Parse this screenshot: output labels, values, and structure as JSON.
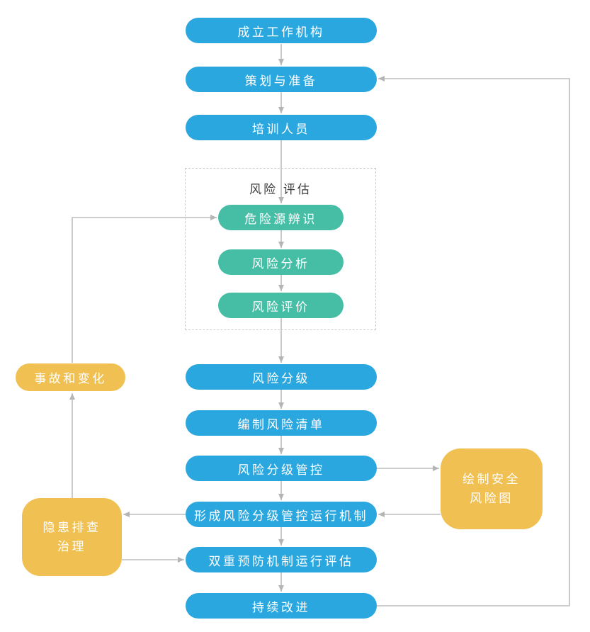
{
  "diagram": {
    "assessment_group": {
      "label": "风险 评估"
    },
    "nodes": {
      "establish_org": {
        "label": "成立工作机构"
      },
      "planning": {
        "label": "策划与准备"
      },
      "training": {
        "label": "培训人员"
      },
      "hazard_id": {
        "label": "危险源辨识"
      },
      "risk_analysis": {
        "label": "风险分析"
      },
      "risk_evaluation": {
        "label": "风险评价"
      },
      "risk_grading": {
        "label": "风险分级"
      },
      "risk_list": {
        "label": "编制风险清单"
      },
      "risk_control": {
        "label": "风险分级管控"
      },
      "control_mechanism": {
        "label": "形成风险分级管控运行机制"
      },
      "dual_prevention_eval": {
        "label": "双重预防机制运行评估"
      },
      "continuous_improvement": {
        "label": "持续改进"
      },
      "accidents_changes": {
        "label": "事故和变化"
      },
      "hazard_treatment": {
        "line1": "隐患排查",
        "line2": "治理"
      },
      "risk_map": {
        "line1": "绘制安全",
        "line2": "风险图"
      }
    },
    "colors": {
      "process_blue": "#2ba7e0",
      "assessment_green": "#46bda5",
      "support_yellow": "#f0c052",
      "connector_gray": "#bdbdbd",
      "dashed_border_gray": "#cccccc",
      "label_text": "#3d3d3d"
    }
  }
}
